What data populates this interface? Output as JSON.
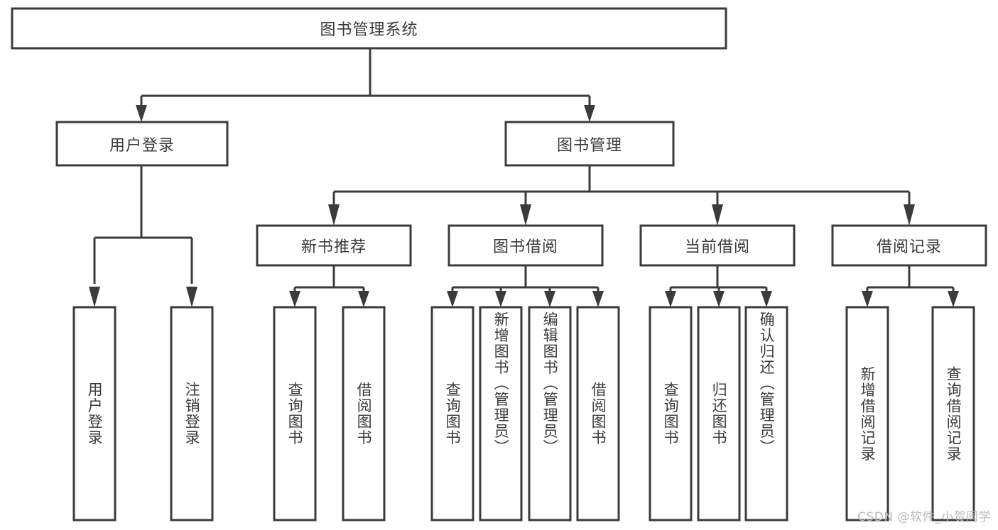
{
  "diagram": {
    "type": "tree-hierarchy-chart",
    "title_node": {
      "id": "root",
      "label": "图书管理系统"
    },
    "level2": [
      {
        "id": "user-login",
        "label": "用户登录"
      },
      {
        "id": "book-management",
        "label": "图书管理"
      }
    ],
    "level3": [
      {
        "id": "new-book-recommend",
        "label": "新书推荐"
      },
      {
        "id": "book-borrow",
        "label": "图书借阅"
      },
      {
        "id": "current-borrow",
        "label": "当前借阅"
      },
      {
        "id": "borrow-record",
        "label": "借阅记录"
      }
    ],
    "leaves": {
      "user_login": [
        {
          "id": "leaf-user-login",
          "label": "用户登录"
        },
        {
          "id": "leaf-logout-login",
          "label": "注销登录"
        }
      ],
      "new_book_recommend": [
        {
          "id": "leaf-query-book-1",
          "label": "查询图书"
        },
        {
          "id": "leaf-borrow-book-1",
          "label": "借阅图书"
        }
      ],
      "book_borrow": [
        {
          "id": "leaf-query-book-2",
          "label": "查询图书"
        },
        {
          "id": "leaf-add-book",
          "label": "新增图书（管理员）"
        },
        {
          "id": "leaf-edit-book",
          "label": "编辑图书（管理员）"
        },
        {
          "id": "leaf-borrow-book-2",
          "label": "借阅图书"
        }
      ],
      "current_borrow": [
        {
          "id": "leaf-query-book-3",
          "label": "查询图书"
        },
        {
          "id": "leaf-return-book",
          "label": "归还图书"
        },
        {
          "id": "leaf-confirm-return",
          "label": "确认归还（管理员）"
        }
      ],
      "borrow_record": [
        {
          "id": "leaf-add-borrow-record",
          "label": "新增借阅记录"
        },
        {
          "id": "leaf-query-borrow-record",
          "label": "查询借阅记录"
        }
      ]
    },
    "colors": {
      "stroke": "#3b3b3b",
      "fill": "#ffffff",
      "text": "#3a3a3a",
      "watermark": "#b9b9b9",
      "background": "#ffffff"
    }
  },
  "watermark": {
    "text": "CSDN @软件_小贺同学"
  }
}
